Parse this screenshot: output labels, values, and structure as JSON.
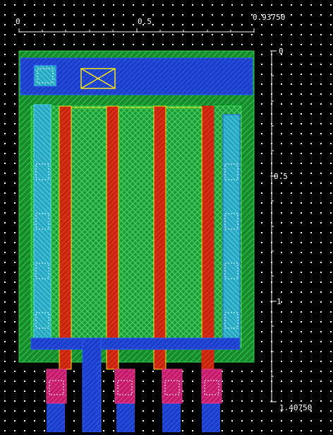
{
  "top_ruler": {
    "labels": [
      "0",
      "0.5",
      "0.93750"
    ]
  },
  "side_ruler": {
    "labels": [
      "0",
      "0.5",
      "1",
      "1.40750"
    ]
  },
  "colors": {
    "background": "#000000",
    "grid_dot": "#ffffff",
    "nwell_green": "#1fae3a",
    "diffusion_green": "#1a9a34",
    "poly_red": "#d42a12",
    "metal_blue": "#1b3fcf",
    "contact_cyan": "#2fc4c8",
    "pin_magenta": "#d8257a",
    "outline_yellow": "#f2e61b"
  },
  "layers": [
    "nwell",
    "active",
    "poly",
    "metal1",
    "contacts",
    "pins",
    "vias"
  ]
}
